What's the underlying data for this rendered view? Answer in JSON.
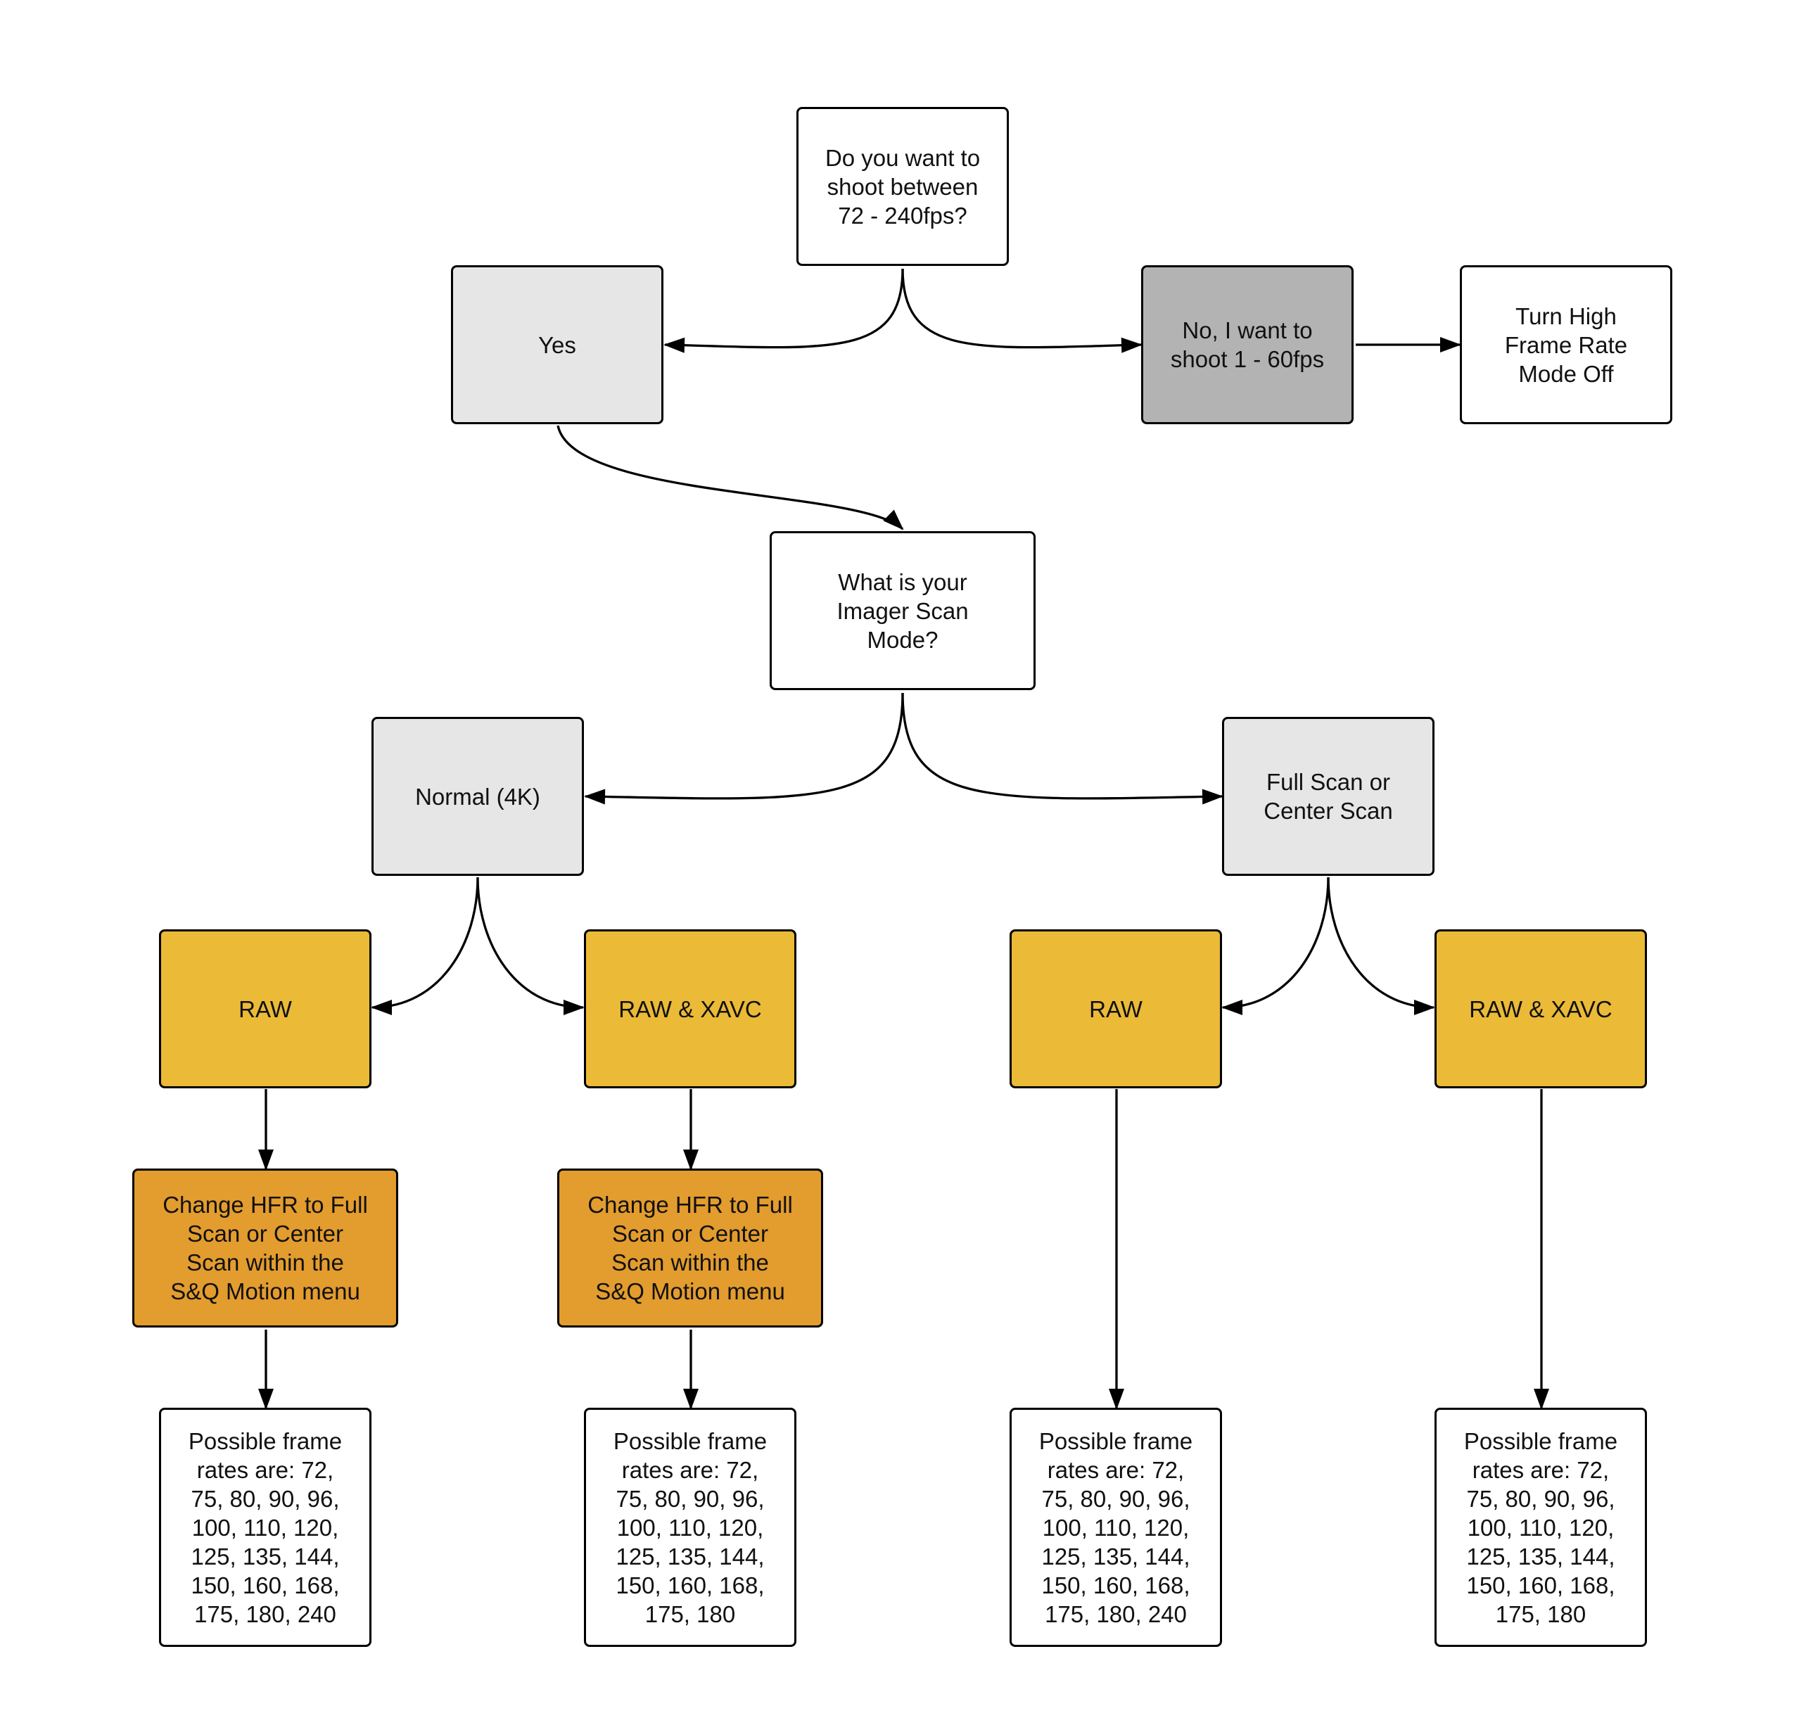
{
  "diagram": {
    "palette": {
      "white": "#ffffff",
      "light_gray": "#e6e6e6",
      "dark_gray": "#b3b3b3",
      "gold": "#ebba37",
      "orange": "#e39c2e",
      "stroke": "#000000"
    },
    "nodes": {
      "question_fps": {
        "label": "Do you want to\nshoot between\n72 - 240fps?",
        "fill": "#ffffff"
      },
      "answer_yes": {
        "label": "Yes",
        "fill": "#e6e6e6"
      },
      "answer_no": {
        "label": "No, I want to\nshoot 1 - 60fps",
        "fill": "#b3b3b3"
      },
      "turn_hfr_off": {
        "label": "Turn High\nFrame Rate\nMode Off",
        "fill": "#ffffff"
      },
      "question_scan_mode": {
        "label": "What is your\nImager Scan\nMode?",
        "fill": "#ffffff"
      },
      "normal_4k": {
        "label": "Normal (4K)",
        "fill": "#e6e6e6"
      },
      "full_center_scan": {
        "label": "Full Scan or\nCenter Scan",
        "fill": "#e6e6e6"
      },
      "normal_raw": {
        "label": "RAW",
        "fill": "#ebba37"
      },
      "normal_raw_xavc": {
        "label": "RAW & XAVC",
        "fill": "#ebba37"
      },
      "scan_raw": {
        "label": "RAW",
        "fill": "#ebba37"
      },
      "scan_raw_xavc": {
        "label": "RAW & XAVC",
        "fill": "#ebba37"
      },
      "change_hfr_raw": {
        "label": "Change HFR to Full\nScan or Center\nScan within the\nS&Q Motion menu",
        "fill": "#e39c2e"
      },
      "change_hfr_raw_xavc": {
        "label": "Change HFR to Full\nScan or Center\nScan within the\nS&Q Motion menu",
        "fill": "#e39c2e"
      },
      "rates_normal_raw": {
        "label": "Possible frame\nrates are: 72,\n75, 80, 90, 96,\n100, 110, 120,\n125, 135, 144,\n150, 160, 168,\n175, 180, 240",
        "fill": "#ffffff"
      },
      "rates_normal_raw_xavc": {
        "label": "Possible frame\nrates are: 72,\n75, 80, 90, 96,\n100, 110, 120,\n125, 135, 144,\n150, 160, 168,\n175, 180",
        "fill": "#ffffff"
      },
      "rates_scan_raw": {
        "label": "Possible frame\nrates are: 72,\n75, 80, 90, 96,\n100, 110, 120,\n125, 135, 144,\n150, 160, 168,\n175, 180, 240",
        "fill": "#ffffff"
      },
      "rates_scan_raw_xavc": {
        "label": "Possible frame\nrates are: 72,\n75, 80, 90, 96,\n100, 110, 120,\n125, 135, 144,\n150, 160, 168,\n175, 180",
        "fill": "#ffffff"
      }
    },
    "edges": [
      {
        "from": "question_fps",
        "to": "answer_yes"
      },
      {
        "from": "question_fps",
        "to": "answer_no"
      },
      {
        "from": "answer_no",
        "to": "turn_hfr_off"
      },
      {
        "from": "answer_yes",
        "to": "question_scan_mode"
      },
      {
        "from": "question_scan_mode",
        "to": "normal_4k"
      },
      {
        "from": "question_scan_mode",
        "to": "full_center_scan"
      },
      {
        "from": "normal_4k",
        "to": "normal_raw"
      },
      {
        "from": "normal_4k",
        "to": "normal_raw_xavc"
      },
      {
        "from": "full_center_scan",
        "to": "scan_raw"
      },
      {
        "from": "full_center_scan",
        "to": "scan_raw_xavc"
      },
      {
        "from": "normal_raw",
        "to": "change_hfr_raw"
      },
      {
        "from": "normal_raw_xavc",
        "to": "change_hfr_raw_xavc"
      },
      {
        "from": "change_hfr_raw",
        "to": "rates_normal_raw"
      },
      {
        "from": "change_hfr_raw_xavc",
        "to": "rates_normal_raw_xavc"
      },
      {
        "from": "scan_raw",
        "to": "rates_scan_raw"
      },
      {
        "from": "scan_raw_xavc",
        "to": "rates_scan_raw_xavc"
      }
    ]
  }
}
